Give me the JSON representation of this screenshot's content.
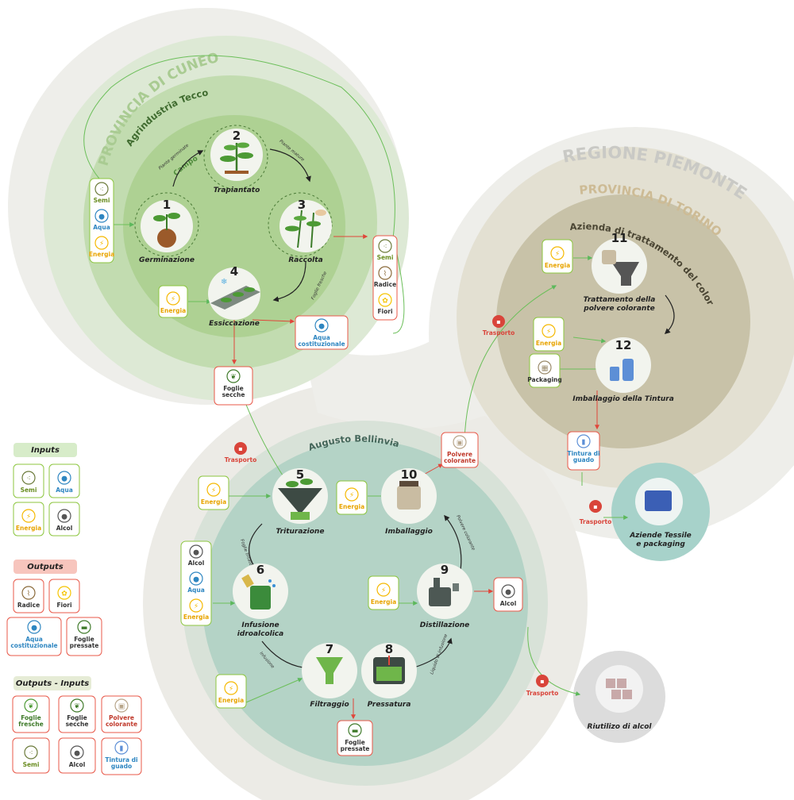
{
  "titles": {
    "region": "REGIONE PIEMONTE",
    "cuneo": "PROVINCIA DI CUNEO",
    "torino": "PROVINCIA DI TORINO",
    "tecco": "Agrindustria Tecco",
    "campo": "Campo",
    "azienda": "Azienda di trattamento del colorante",
    "bellinvia": "Augusto Bellinvia"
  },
  "steps": [
    {
      "num": "1",
      "label": "Germinazione"
    },
    {
      "num": "2",
      "label": "Trapiantato"
    },
    {
      "num": "3",
      "label": "Raccolta"
    },
    {
      "num": "4",
      "label": "Essiccazione"
    },
    {
      "num": "5",
      "label": "Triturazione"
    },
    {
      "num": "6",
      "label": "Infusione",
      "label2": "idroalcolica"
    },
    {
      "num": "7",
      "label": "Filtraggio"
    },
    {
      "num": "8",
      "label": "Pressatura"
    },
    {
      "num": "9",
      "label": "Distillazione"
    },
    {
      "num": "10",
      "label": "Imballaggio"
    },
    {
      "num": "11",
      "label": "Trattamento della",
      "label2": "polvere colorante"
    },
    {
      "num": "12",
      "label": "Imballaggio della Tintura"
    }
  ],
  "flow_labels": {
    "piante_germinate": "Piante germinate",
    "piante_mature": "Piante mature",
    "foglie_fresche": "Foglie fresche",
    "foglie_tritate": "Foglie tritate",
    "infusione": "Infusione",
    "liquido_infusione": "Liquido di infusione",
    "polvere_colorante": "Polvere colorante"
  },
  "resources": {
    "semi": "Semi",
    "aqua": "Aqua",
    "energia": "Energia",
    "alcol": "Alcol",
    "radice": "Radice",
    "fiori": "Fiori",
    "aqua_cost_1": "Aqua",
    "aqua_cost_2": "costituzionale",
    "foglie_secche_1": "Foglie",
    "foglie_secche_2": "secche",
    "foglie_fresche_1": "Foglie",
    "foglie_fresche_2": "fresche",
    "foglie_pressate_1": "Foglie",
    "foglie_pressate_2": "pressate",
    "polvere_1": "Polvere",
    "polvere_2": "colorante",
    "tintura_1": "Tintura di",
    "tintura_2": "guado",
    "packaging": "Packaging",
    "trasporto": "Trasporto"
  },
  "destinations": {
    "tessile_1": "Aziende Tessile",
    "tessile_2": "e packaging",
    "riutilizo": "Riutilizo di alcol"
  },
  "legend": {
    "inputs": "Inputs",
    "outputs": "Outputs",
    "outputs_inputs": "Outputs - Inputs"
  },
  "colors": {
    "input_green": "#8cc63f",
    "output_red": "#e8594a",
    "aqua_blue": "#2e86c1",
    "energia_yellow": "#f5b800",
    "region_grey": "#ecece8",
    "cuneo_green": "#cfe3c4",
    "tecco_green": "#a8d08d",
    "torino_beige": "#d9d6c6",
    "azienda_khaki": "#bdb69a",
    "bellinvia_teal": "#a9cdbf",
    "cuneo_text": "#a6c98e",
    "torino_text": "#c7b58f"
  }
}
